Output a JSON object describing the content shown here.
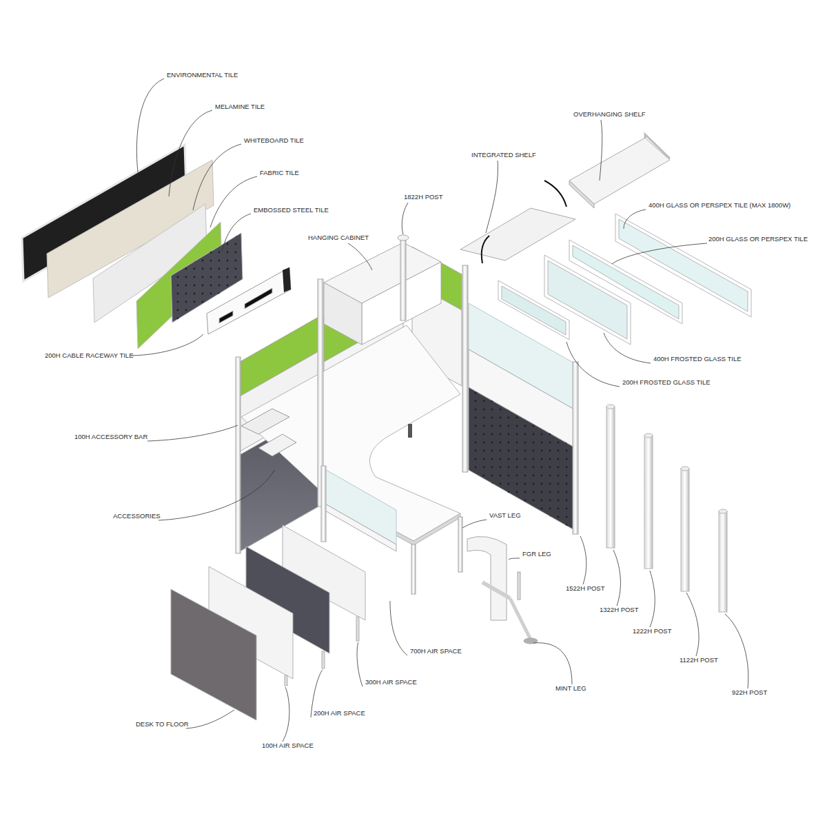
{
  "diagram": {
    "labels": [
      "ENVIRONMENTAL TILE",
      "MELAMINE TILE",
      "WHITEBOARD TILE",
      "FABRIC TILE",
      "EMBOSSED STEEL TILE",
      "200H CABLE RACEWAY TILE",
      "1822H POST",
      "HANGING CABINET",
      "INTEGRATED SHELF",
      "OVERHANGING SHELF",
      "400H GLASS OR PERSPEX TILE (MAX 1800W)",
      "200H GLASS OR PERSPEX TILE",
      "400H FROSTED GLASS TILE",
      "200H FROSTED GLASS TILE",
      "100H ACCESSORY BAR",
      "ACCESSORIES",
      "VAST LEG",
      "FGR LEG",
      "1522H POST",
      "1322H POST",
      "1222H POST",
      "1122H POST",
      "922H POST",
      "700H AIR SPACE",
      "300H AIR SPACE",
      "200H AIR SPACE",
      "DESK TO FLOOR",
      "100H AIR SPACE",
      "MINT LEG"
    ]
  }
}
